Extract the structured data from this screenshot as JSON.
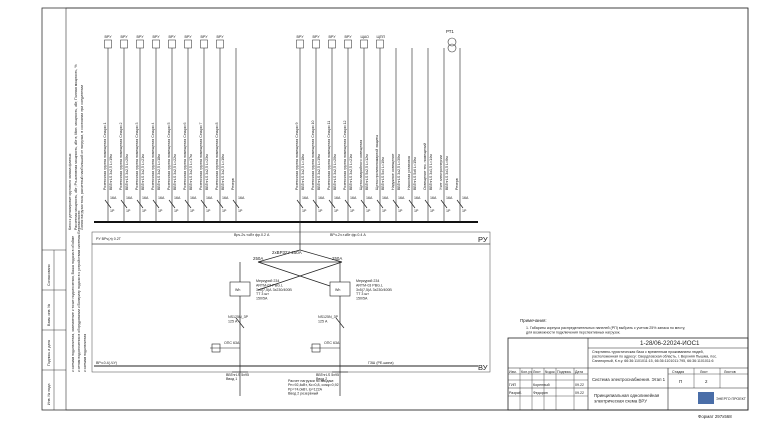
{
  "sheet": {
    "format_label": "Формат 297х568",
    "section_label": "РУ",
    "section_label_vu": "ВУ",
    "bus_label_left": "РУ ВРч(л) 0.2Т",
    "bus_label_right": "ВРч-2ч.т.кВт\nфр.0.4 А",
    "bus_label_mid": "Врч-2ч.т.кВт\nфр.0.2 А",
    "top_device": "РТ1"
  },
  "left_notes": [
    "Ключ к деталировке кругового запаса фазных",
    "Расчетная мощность, кВт; Рн-активная мощность, кВт в, Мин. мощность, кВт, Полная мощность, %",
    "Линия нагрузки тока, расчетный наибольший от нагрузки, в состоянии при соединении",
    "к схемам подключения, заземление к точке подключения, Ваша подача в обойме",
    "к сетям подключения в оборудовании к Возврату подачи в к устройствам системы Безопасности",
    "к схемам подключения"
  ],
  "left_column_labels": [
    "Инв. № подл.",
    "Подпись и дата",
    "Взам. инв. №",
    "Согласовано"
  ],
  "feeders_left": [
    {
      "top": "ВРУ",
      "desc": "Розеточная группа помещения Секции 1",
      "cable": "ВВГнгLS 3х2,5 L=19м"
    },
    {
      "top": "ВРУ",
      "desc": "Розеточная группа помещения Секции 2",
      "cable": "ВВГнгLS 3х2,5 L=20м"
    },
    {
      "top": "ВРУ",
      "desc": "Розеточная группа помещения Секции 3",
      "cable": "ВВГнгLS 3х2,5 L=21м"
    },
    {
      "top": "ВРУ",
      "desc": "Розеточная группа помещения Секции 4",
      "cable": "ВВГнгLS 3х2,5 L=18м"
    },
    {
      "top": "ВРУ",
      "desc": "Розеточная группа помещения Секции 5",
      "cable": "ВВГнгLS 3х2,5 L=22м"
    },
    {
      "top": "ВРУ",
      "desc": "Розеточная группа помещения Секции 6",
      "cable": "ВВГнгLS 3х2,5 L=17м"
    },
    {
      "top": "ВРУ",
      "desc": "Розеточная группа помещения Секции 7",
      "cable": "ВВГнгLS 3х2,5 L=23м"
    },
    {
      "top": "ВРУ",
      "desc": "Розеточная группа помещения Секции 8",
      "cable": "ВВГнгLS 3х2,5 L=16м"
    },
    {
      "top": "",
      "desc": "Резерв",
      "cable": ""
    }
  ],
  "feeders_right": [
    {
      "top": "ВРУ",
      "desc": "Розеточная группа помещения Секции 9",
      "cable": "ВВГнгLS 3х2,5 L=18м"
    },
    {
      "top": "ВРУ",
      "desc": "Розеточная группа помещения Секции 10",
      "cable": "ВВГнгLS 3х2,5 L=19м"
    },
    {
      "top": "ВРУ",
      "desc": "Розеточная группа помещения Секции 11",
      "cable": "ВВГнгLS 3х2,5 L=20м"
    },
    {
      "top": "ВРУ",
      "desc": "Розеточная группа помещения Секции 12",
      "cable": "ВВГнгLS 3х2,5 L=21м"
    },
    {
      "top": "ЩАО",
      "desc": "Щиток аварийного освещения",
      "cable": "ВВГнгLS 5х2,5 L=12м"
    },
    {
      "top": "ЩПП",
      "desc": "Щиток противопожарной защиты",
      "cable": "ВВГнгLS 5х4 L=10м"
    },
    {
      "top": "",
      "desc": "Наружное освещение",
      "cable": "ВВГнгLS 3х2,5 L=30м"
    },
    {
      "top": "",
      "desc": "Насосная установка",
      "cable": "ВВГнгLS 5х6 L=15м"
    },
    {
      "top": "",
      "desc": "Освещение тех. помещений",
      "cable": "ВВГнгLS 3х1,5 L=14м"
    },
    {
      "top": "",
      "desc": "Учет электроэнергии",
      "cable": "ВВГнгLS 3х1,5 L=6м"
    },
    {
      "top": "",
      "desc": "Резерв",
      "cable": ""
    }
  ],
  "breaker_rating": "16А",
  "breaker_label": "1Р",
  "center": {
    "transfer_switch": "2хВР32У 250А",
    "left_rating": "250А",
    "right_rating": "250А",
    "meter_left": "Меркурий 234\nARTM-03 PBG.L\n3х5(7,5)А 3х230/400В\nТТ 3 шт\n150/5А",
    "meter_right": "Меркурий 234\nARTM-03 PBG.L\n3х5(7,5)А 3х230/400В\nТТ 3 шт\n150/5А",
    "breaker_left": "NS125N_3P\n125 А",
    "breaker_right": "NS125N_3P\n125 А",
    "cable_left": "ВВГнгLS 5х95\nВвод 1",
    "cable_right": "ВВГнгLS 5х95\nВвод 2",
    "spd_left": "ОПС 63А",
    "spd_right": "ОПС 63А",
    "ground_label_left": "ВРч.0.4(-ЧУ)",
    "ground_label_right": "ГЗШ (РЕ-шина)",
    "bottom_note": "Расчет нагрузки по вводам:\nРн=92,4кВт, Кс=0,8, cosφ=0,92\nРр=74,0кВт, Iр=122А\nВвод 2 резервный"
  },
  "note": {
    "header": "Примечания:",
    "text": "1. Габариты корпуса распределительных панелей (РП) выбрать с учетом 25% запаса по месту, для возможности подключения перспективных нагрузок."
  },
  "title_block": {
    "doc_code": "1-28/06-22024-ИОС1",
    "project": "Спортивно-туристическая база с временным проживанием людей, расположенная по адресу: Свердловская область, г. Верхняя Пышма, пос. Санаторный, К.н.у. 66:36:1101011:15, 66:36:1101011:795, 66:36:1101011:6",
    "sheet_title": "Система электроснабжения. Этап 1",
    "drawing_title": "Принципиальная однолинейная электрическая схема ВРУ",
    "stage_header": "Стадия",
    "sheet_header": "Лист",
    "sheets_header": "Листов",
    "stage": "П",
    "sheet_no": "2",
    "sheets_total": "",
    "col_headers": [
      "Изм.",
      "Кол.уч",
      "Лист",
      "№док.",
      "Подпись",
      "Дата"
    ],
    "roles": [
      {
        "role": "ГИП",
        "name": "Коренный",
        "date": "09.22"
      },
      {
        "role": "Разраб.",
        "name": "Федорин",
        "date": "09.22"
      }
    ],
    "company": "ЭНЕРГО ПРОЕКТ"
  }
}
